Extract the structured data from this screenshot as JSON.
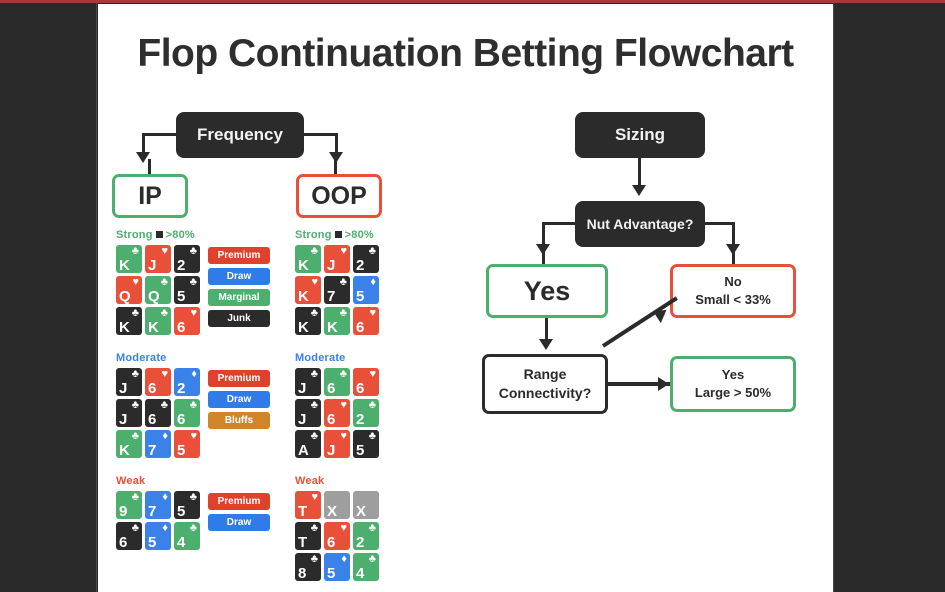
{
  "slide": {
    "title": "Flop Continuation Betting Flowchart"
  },
  "frequency_branch": {
    "root_label": "Frequency",
    "ip_label": "IP",
    "oop_label": "OOP"
  },
  "sizing_branch": {
    "root_label": "Sizing",
    "decision_label": "Nut Advantage?",
    "yes_label": "Yes",
    "no_line1": "No",
    "no_line2": "Small < 33%",
    "range_line1": "Range",
    "range_line2": "Connectivity?",
    "large_line1": "Yes",
    "large_line2": "Large > 50%"
  },
  "legend_chips": {
    "premium": "Premium",
    "draw": "Draw",
    "marginal": "Marginal",
    "junk": "Junk",
    "bluffs": "Bluffs"
  },
  "ip_column": {
    "sections": [
      {
        "label": "Strong",
        "threshold": ">80%",
        "label_color": "#4caf6d",
        "has_square": true,
        "cards": [
          {
            "rank": "K",
            "suit": "♣",
            "color": "c-green"
          },
          {
            "rank": "J",
            "suit": "♥",
            "color": "c-red"
          },
          {
            "rank": "2",
            "suit": "♣",
            "color": "c-black"
          },
          {
            "rank": "Q",
            "suit": "♥",
            "color": "c-red"
          },
          {
            "rank": "Q",
            "suit": "♣",
            "color": "c-green"
          },
          {
            "rank": "5",
            "suit": "♣",
            "color": "c-black"
          },
          {
            "rank": "K",
            "suit": "♣",
            "color": "c-black"
          },
          {
            "rank": "K",
            "suit": "♣",
            "color": "c-green"
          },
          {
            "rank": "6",
            "suit": "♥",
            "color": "c-red"
          }
        ],
        "chips": [
          {
            "label": "Premium",
            "color": "ch-red"
          },
          {
            "label": "Draw",
            "color": "ch-blue"
          },
          {
            "label": "Marginal",
            "color": "ch-green"
          },
          {
            "label": "Junk",
            "color": "ch-black"
          }
        ]
      },
      {
        "label": "Moderate",
        "threshold": "",
        "label_color": "#3b82e8",
        "has_square": false,
        "cards": [
          {
            "rank": "J",
            "suit": "♣",
            "color": "c-black"
          },
          {
            "rank": "6",
            "suit": "♥",
            "color": "c-red"
          },
          {
            "rank": "2",
            "suit": "♦",
            "color": "c-blue"
          },
          {
            "rank": "J",
            "suit": "♣",
            "color": "c-black"
          },
          {
            "rank": "6",
            "suit": "♣",
            "color": "c-black"
          },
          {
            "rank": "6",
            "suit": "♣",
            "color": "c-green"
          },
          {
            "rank": "K",
            "suit": "♣",
            "color": "c-green"
          },
          {
            "rank": "7",
            "suit": "♦",
            "color": "c-blue"
          },
          {
            "rank": "5",
            "suit": "♥",
            "color": "c-red"
          }
        ],
        "chips": [
          {
            "label": "Premium",
            "color": "ch-red"
          },
          {
            "label": "Draw",
            "color": "ch-blue"
          },
          {
            "label": "Bluffs",
            "color": "ch-orange"
          }
        ]
      },
      {
        "label": "Weak",
        "threshold": "",
        "label_color": "#e8503a",
        "has_square": false,
        "cards": [
          {
            "rank": "9",
            "suit": "♣",
            "color": "c-green"
          },
          {
            "rank": "7",
            "suit": "♦",
            "color": "c-blue"
          },
          {
            "rank": "5",
            "suit": "♣",
            "color": "c-black"
          },
          {
            "rank": "6",
            "suit": "♣",
            "color": "c-black"
          },
          {
            "rank": "5",
            "suit": "♦",
            "color": "c-blue"
          },
          {
            "rank": "4",
            "suit": "♣",
            "color": "c-green"
          }
        ],
        "chips": [
          {
            "label": "Premium",
            "color": "ch-red"
          },
          {
            "label": "Draw",
            "color": "ch-blue"
          }
        ]
      }
    ]
  },
  "oop_column": {
    "sections": [
      {
        "label": "Strong",
        "threshold": ">80%",
        "label_color": "#4caf6d",
        "has_square": true,
        "cards": [
          {
            "rank": "K",
            "suit": "♣",
            "color": "c-green"
          },
          {
            "rank": "J",
            "suit": "♥",
            "color": "c-red"
          },
          {
            "rank": "2",
            "suit": "♣",
            "color": "c-black"
          },
          {
            "rank": "K",
            "suit": "♥",
            "color": "c-red"
          },
          {
            "rank": "7",
            "suit": "♣",
            "color": "c-black"
          },
          {
            "rank": "5",
            "suit": "♦",
            "color": "c-blue"
          },
          {
            "rank": "K",
            "suit": "♣",
            "color": "c-black"
          },
          {
            "rank": "K",
            "suit": "♣",
            "color": "c-green"
          },
          {
            "rank": "6",
            "suit": "♥",
            "color": "c-red"
          }
        ]
      },
      {
        "label": "Moderate",
        "threshold": "",
        "label_color": "#3b82e8",
        "has_square": false,
        "cards": [
          {
            "rank": "J",
            "suit": "♣",
            "color": "c-black"
          },
          {
            "rank": "6",
            "suit": "♣",
            "color": "c-green"
          },
          {
            "rank": "6",
            "suit": "♥",
            "color": "c-red"
          },
          {
            "rank": "J",
            "suit": "♣",
            "color": "c-black"
          },
          {
            "rank": "6",
            "suit": "♥",
            "color": "c-red"
          },
          {
            "rank": "2",
            "suit": "♣",
            "color": "c-green"
          },
          {
            "rank": "A",
            "suit": "♣",
            "color": "c-black"
          },
          {
            "rank": "J",
            "suit": "♥",
            "color": "c-red"
          },
          {
            "rank": "5",
            "suit": "♣",
            "color": "c-black"
          }
        ]
      },
      {
        "label": "Weak",
        "threshold": "",
        "label_color": "#e8503a",
        "has_square": false,
        "cards": [
          {
            "rank": "T",
            "suit": "♥",
            "color": "c-red"
          },
          {
            "rank": "X",
            "suit": "",
            "color": "c-grey"
          },
          {
            "rank": "X",
            "suit": "",
            "color": "c-grey"
          },
          {
            "rank": "T",
            "suit": "♣",
            "color": "c-black"
          },
          {
            "rank": "6",
            "suit": "♥",
            "color": "c-red"
          },
          {
            "rank": "2",
            "suit": "♣",
            "color": "c-green"
          },
          {
            "rank": "8",
            "suit": "♣",
            "color": "c-black"
          },
          {
            "rank": "5",
            "suit": "♦",
            "color": "c-blue"
          },
          {
            "rank": "4",
            "suit": "♣",
            "color": "c-green"
          }
        ]
      }
    ]
  },
  "theme": {
    "green": "#4caf6d",
    "red": "#e8503a",
    "blue": "#3b82e8",
    "dark": "#2b2b2b",
    "grey": "#9e9e9e",
    "orange": "#cf8628",
    "slide_bg": "#ffffff",
    "letterbox": "#2a2a2a"
  }
}
